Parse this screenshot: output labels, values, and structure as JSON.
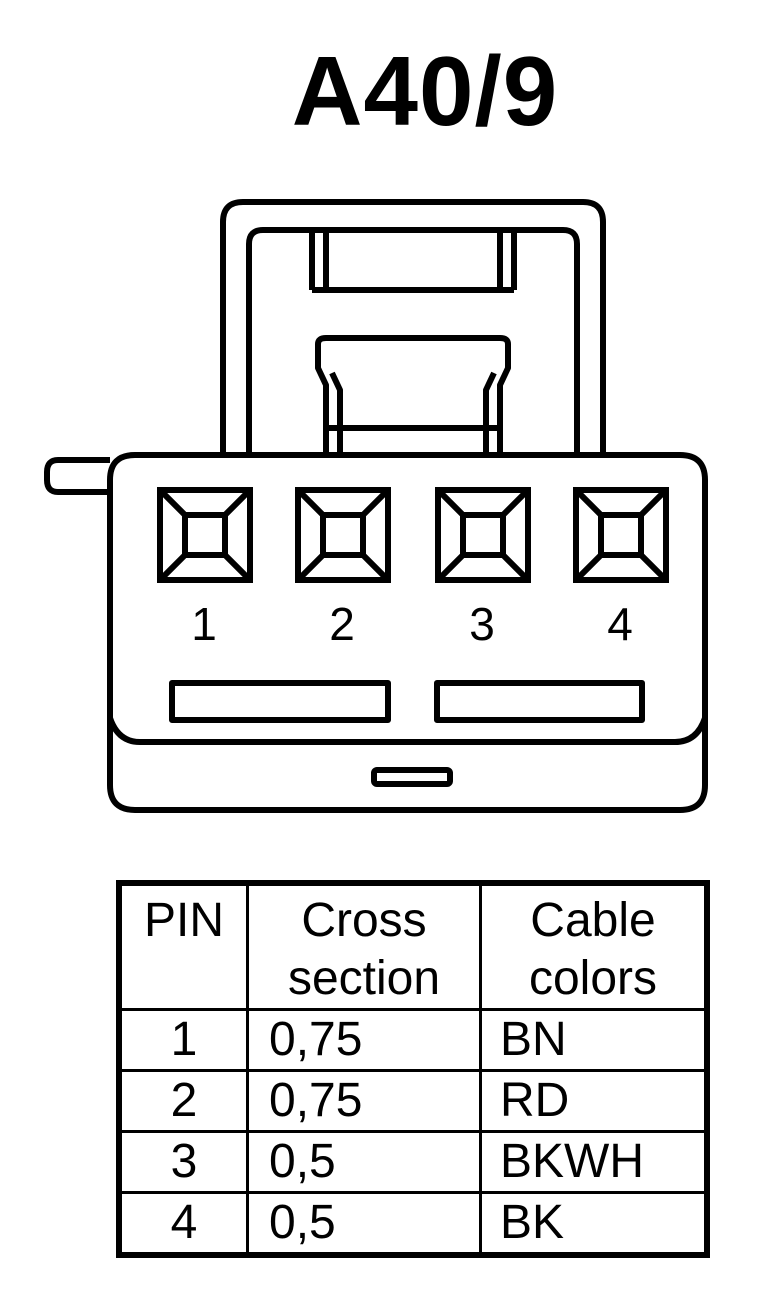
{
  "title": "A40/9",
  "pins": [
    "1",
    "2",
    "3",
    "4"
  ],
  "table": {
    "headers": {
      "pin": "PIN",
      "cross_section_line1": "Cross",
      "cross_section_line2": "section",
      "cable_colors_line1": "Cable",
      "cable_colors_line2": "colors"
    },
    "rows": [
      {
        "pin": "1",
        "cross_section": "0,75",
        "color": "BN"
      },
      {
        "pin": "2",
        "cross_section": "0,75",
        "color": "RD"
      },
      {
        "pin": "3",
        "cross_section": "0,5",
        "color": "BKWH"
      },
      {
        "pin": "4",
        "cross_section": "0,5",
        "color": "BK"
      }
    ]
  }
}
